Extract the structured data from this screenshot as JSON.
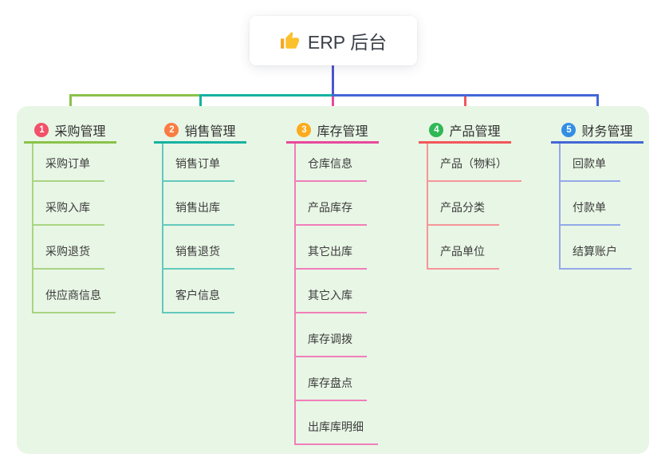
{
  "root": {
    "title": "ERP 后台",
    "icon": "thumbs-up-icon",
    "line_color": "#4d55ce"
  },
  "panel": {
    "bg": "#e8f6e5"
  },
  "branches": [
    {
      "badge": "1",
      "label": "采购管理",
      "badge_color": "#f25168",
      "line_color": "#8ac24a",
      "child_line_color": "#a9d583",
      "children": [
        "采购订单",
        "采购入库",
        "采购退货",
        "供应商信息"
      ]
    },
    {
      "badge": "2",
      "label": "销售管理",
      "badge_color": "#f97c42",
      "line_color": "#15b2a2",
      "child_line_color": "#63c9bd",
      "children": [
        "销售订单",
        "销售出库",
        "销售退货",
        "客户信息"
      ]
    },
    {
      "badge": "3",
      "label": "库存管理",
      "badge_color": "#fbab1c",
      "line_color": "#e8489b",
      "child_line_color": "#f07eba",
      "children": [
        "仓库信息",
        "产品库存",
        "其它出库",
        "其它入库",
        "库存调拨",
        "库存盘点",
        "出库库明细"
      ]
    },
    {
      "badge": "4",
      "label": "产品管理",
      "badge_color": "#30b756",
      "line_color": "#f2565c",
      "child_line_color": "#f7959a",
      "children": [
        "产品（物料）",
        "产品分类",
        "产品单位"
      ]
    },
    {
      "badge": "5",
      "label": "财务管理",
      "badge_color": "#338fe3",
      "line_color": "#4467d6",
      "child_line_color": "#93a9e8",
      "children": [
        "回款单",
        "付款单",
        "结算账户"
      ]
    }
  ]
}
